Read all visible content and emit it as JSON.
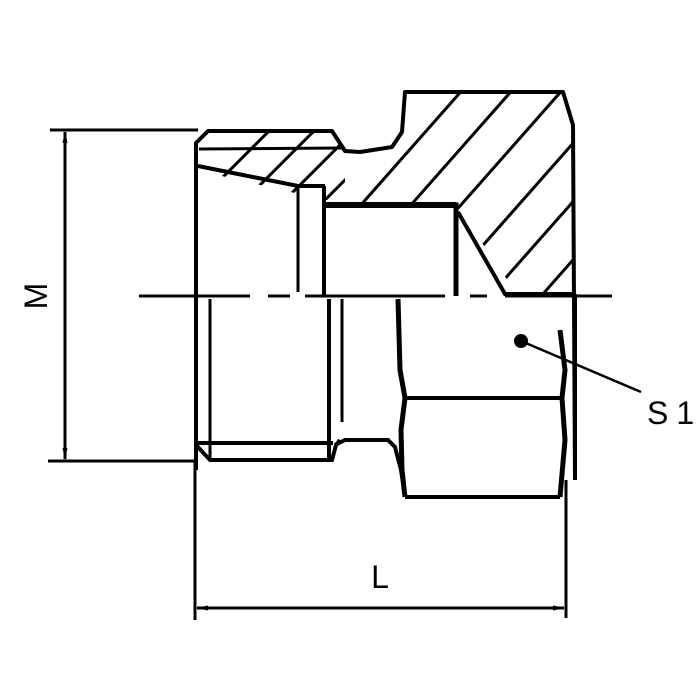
{
  "drawing": {
    "type": "technical drawing - threaded plug fitting (half-section view)",
    "line_color": "#000000",
    "background": "#ffffff"
  },
  "dimensions": {
    "thread": {
      "label": "M"
    },
    "length": {
      "label": "L"
    },
    "wrench_size": {
      "label": "S1"
    }
  }
}
